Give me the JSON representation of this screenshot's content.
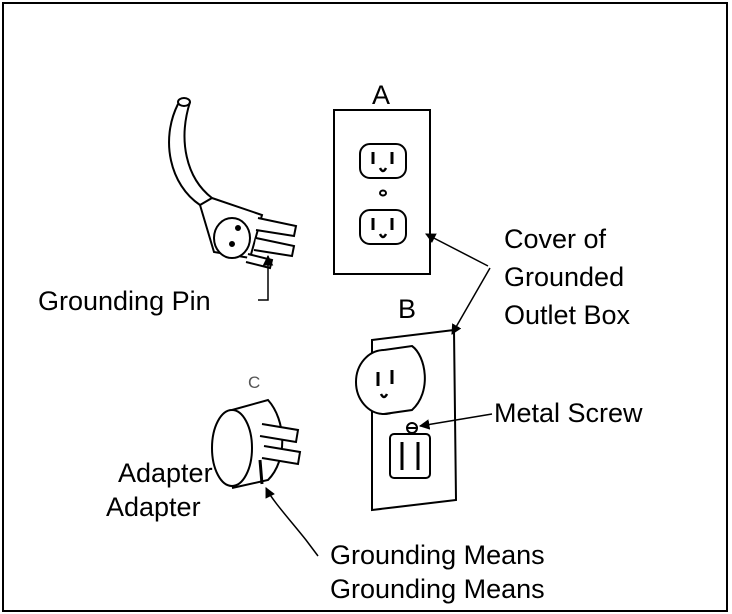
{
  "labels": {
    "a": "A",
    "b": "B",
    "c": "C",
    "cover_line1": "Cover of",
    "cover_line2": "Grounded",
    "cover_line3": "Outlet Box",
    "grounding_pin": "Grounding Pin",
    "metal_screw": "Metal Screw",
    "adapter_1": "Adapter",
    "adapter_2": "Adapter",
    "grounding_means_1": "Grounding Means",
    "grounding_means_2": "Grounding Means"
  },
  "colors": {
    "line": "#000000",
    "background": "#ffffff"
  }
}
